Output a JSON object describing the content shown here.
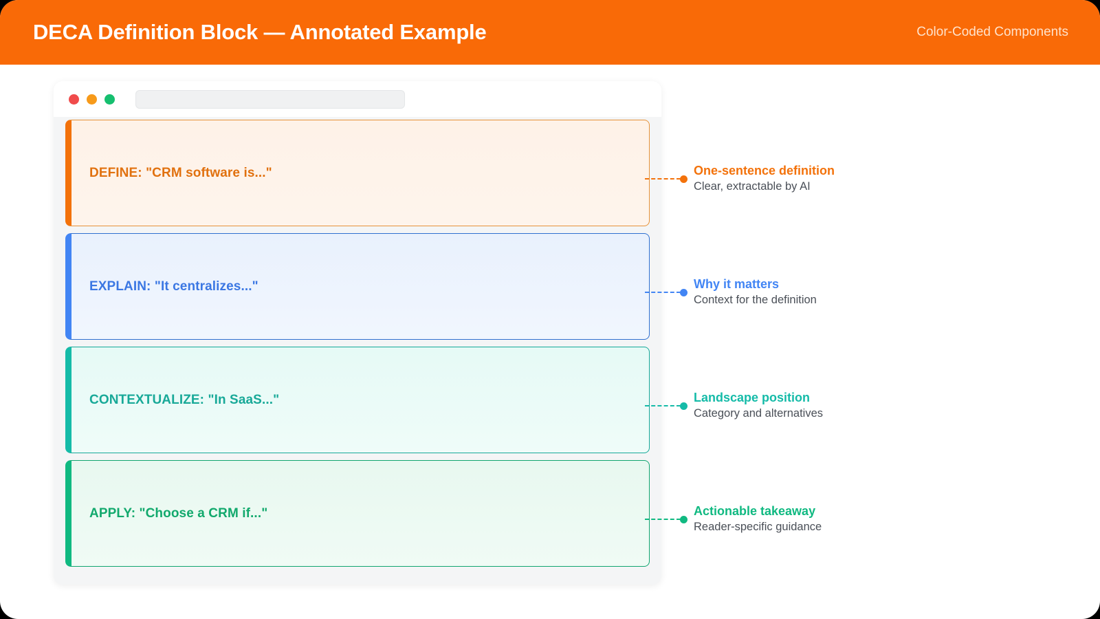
{
  "header": {
    "title": "DECA Definition Block — Annotated Example",
    "subtitle": "Color-Coded Components",
    "background": "#F96A07",
    "title_color": "#FFFFFF",
    "subtitle_color": "#FFE2CB"
  },
  "browser": {
    "traffic_lights": [
      {
        "name": "close-dot",
        "color": "#F04B4B"
      },
      {
        "name": "minimize-dot",
        "color": "#F79A1A"
      },
      {
        "name": "maximize-dot",
        "color": "#16BF6F"
      }
    ],
    "url_value": "",
    "url_placeholder": ""
  },
  "cards": [
    {
      "key": "define",
      "label": "DEFINE: \"CRM software is...\"",
      "accent": "#F3720B",
      "text_color": "#E1710F",
      "fill": "#FEF2E8"
    },
    {
      "key": "explain",
      "label": "EXPLAIN: \"It centralizes...\"",
      "accent": "#4285F4",
      "text_color": "#3B77E3",
      "fill": "#E9F1FD"
    },
    {
      "key": "contextualize",
      "label": "CONTEXTUALIZE: \"In SaaS...\"",
      "accent": "#15BBA8",
      "text_color": "#18A998",
      "fill": "#E6FAF6"
    },
    {
      "key": "apply",
      "label": "APPLY: \"Choose a CRM if...\"",
      "accent": "#10B981",
      "text_color": "#12A96D",
      "fill": "#E8F8F0"
    }
  ],
  "annotations": [
    {
      "key": "define",
      "title": "One-sentence definition",
      "subtitle": "Clear, extractable by AI",
      "color": "#F3720B"
    },
    {
      "key": "explain",
      "title": "Why it matters",
      "subtitle": "Context for the definition",
      "color": "#4285F4"
    },
    {
      "key": "contextualize",
      "title": "Landscape position",
      "subtitle": "Category and alternatives",
      "color": "#15BBA8"
    },
    {
      "key": "apply",
      "title": "Actionable takeaway",
      "subtitle": "Reader-specific guidance",
      "color": "#10B981"
    }
  ]
}
